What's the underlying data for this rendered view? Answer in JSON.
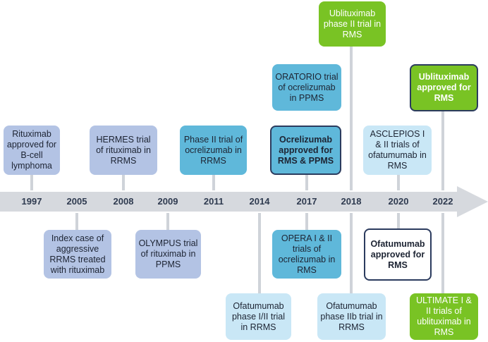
{
  "years": [
    "1997",
    "2005",
    "2008",
    "2009",
    "2011",
    "2014",
    "2017",
    "2018",
    "2020",
    "2022"
  ],
  "events": [
    {
      "text": "Rituximab approved for B-cell lymphoma",
      "year": "1997",
      "position": "above"
    },
    {
      "text": "Index case of aggressive RRMS treated with rituximab",
      "year": "2005",
      "position": "below"
    },
    {
      "text": "HERMES trial of rituximab in RRMS",
      "year": "2008",
      "position": "above"
    },
    {
      "text": "OLYMPUS trial of rituximab in PPMS",
      "year": "2009",
      "position": "below"
    },
    {
      "text": "Phase II trial of ocrelizumab in RRMS",
      "year": "2011",
      "position": "above"
    },
    {
      "text": "Ofatumumab phase I/II trial in RRMS",
      "year": "2014",
      "position": "below"
    },
    {
      "text": "ORATORIO trial of ocrelizumab in PPMS",
      "year": "2017",
      "position": "above"
    },
    {
      "text": "Ocrelizumab approved for RMS & PPMS",
      "year": "2017",
      "position": "above"
    },
    {
      "text": "OPERA I & II trials of ocrelizumab in RMS",
      "year": "2017",
      "position": "below"
    },
    {
      "text": "Ublituximab phase II trial in RMS",
      "year": "2018",
      "position": "above"
    },
    {
      "text": "Ofatumumab phase IIb trial in RRMS",
      "year": "2018",
      "position": "below"
    },
    {
      "text": "ASCLEPIOS I & II trials of ofatumumab in RMS",
      "year": "2020",
      "position": "above"
    },
    {
      "text": "Ofatumumab approved for RMS",
      "year": "2020",
      "position": "below"
    },
    {
      "text": "Ublituximab approved for RMS",
      "year": "2022",
      "position": "above"
    },
    {
      "text": "ULTIMATE I & II trials of ublituximab in RMS",
      "year": "2022",
      "position": "below"
    }
  ],
  "colors": {
    "rituximab": "#b3c3e4",
    "ocrelizumab": "#5fb8da",
    "ofatumumab": "#c9e7f6",
    "ublituximab": "#79c324",
    "approval_border": "#2b3b5e",
    "timeline": "#d6d9de"
  }
}
